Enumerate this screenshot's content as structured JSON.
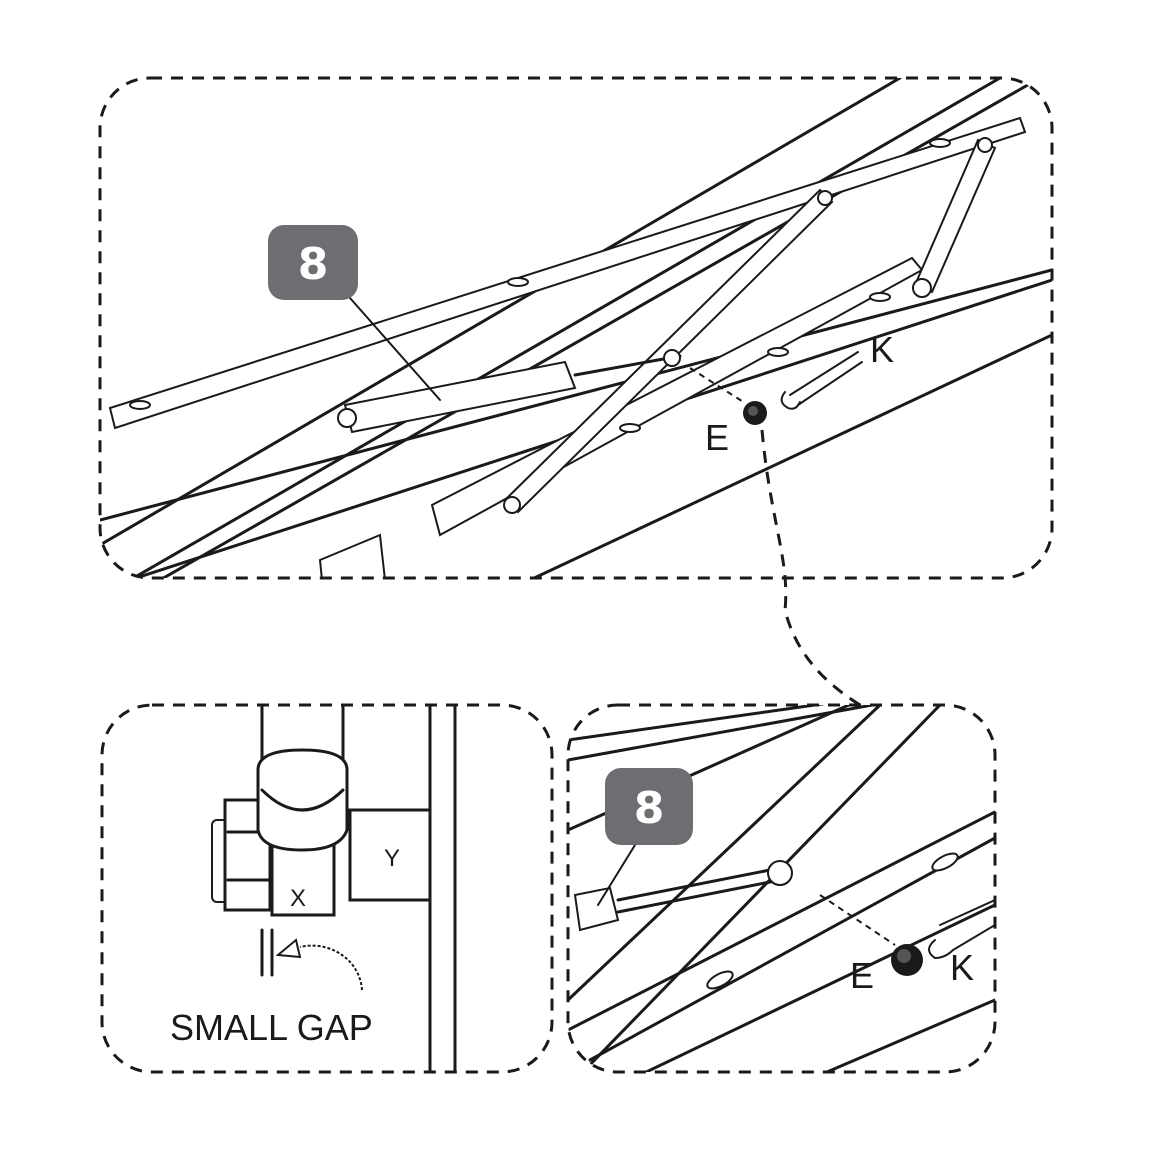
{
  "top_panel": {
    "badge": "8",
    "nut_label": "E",
    "wrench_label": "K"
  },
  "detail_gap": {
    "part_x": "X",
    "part_y": "Y",
    "caption": "SMALL GAP"
  },
  "detail_nut": {
    "badge": "8",
    "nut_label": "E",
    "wrench_label": "K"
  },
  "colors": {
    "badge": "#6d6e71",
    "line": "#1a1a1a"
  }
}
